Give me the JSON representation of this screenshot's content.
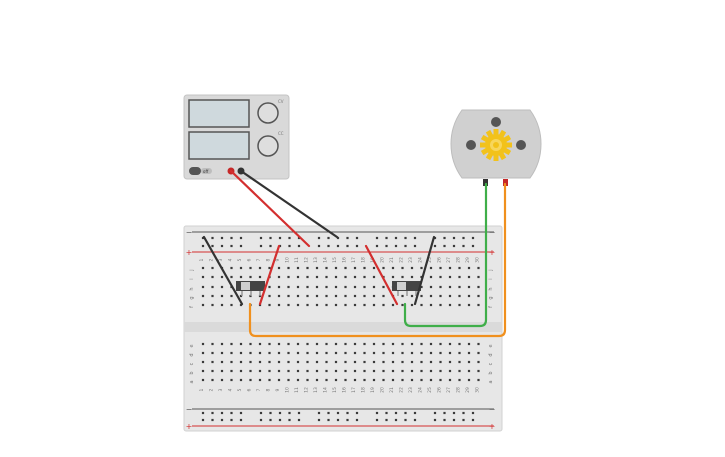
{
  "power_supply": {
    "terminal_label": "off",
    "knob_labels": [
      "CV",
      "CC"
    ],
    "colors": {
      "body": "#d8d8d8",
      "display": "#cfd8dc",
      "pos": "#c62828",
      "neg": "#333333"
    }
  },
  "motor": {
    "colors": {
      "body": "#cfcfcf",
      "gear": "#f2c21b",
      "shaft": "#555555"
    }
  },
  "breadboard": {
    "col_numbers": [
      "1",
      "2",
      "3",
      "4",
      "5",
      "6",
      "7",
      "8",
      "9",
      "10",
      "11",
      "12",
      "13",
      "14",
      "15",
      "16",
      "17",
      "18",
      "19",
      "20",
      "21",
      "22",
      "23",
      "24",
      "25",
      "26",
      "27",
      "28",
      "29",
      "30"
    ],
    "top_row_letters": [
      "j",
      "i",
      "h",
      "g",
      "f"
    ],
    "bottom_row_letters": [
      "e",
      "d",
      "c",
      "b",
      "a"
    ],
    "rail_labels": {
      "minus": "−",
      "plus": "+"
    },
    "colors": {
      "board": "#e6e6e6",
      "hole": "#3a3a3a",
      "rail_red": "#d32f2f",
      "rail_blue": "#555555"
    }
  },
  "switches": [
    {
      "name": "slide-switch-1"
    },
    {
      "name": "slide-switch-2"
    }
  ],
  "wires": {
    "red": "#d32f2f",
    "black": "#333333",
    "green": "#3fae49",
    "orange": "#f0901e"
  }
}
